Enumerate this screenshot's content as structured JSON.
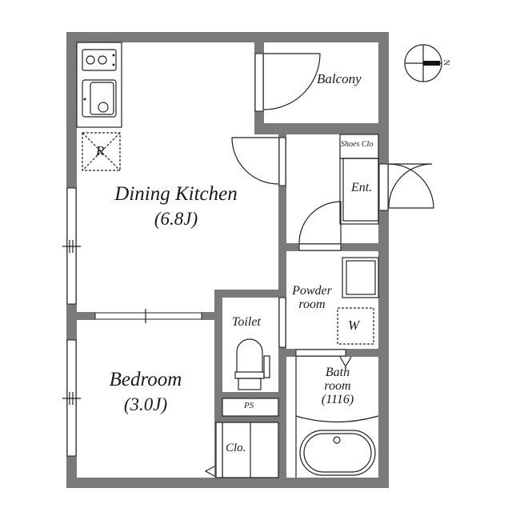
{
  "floorplan": {
    "colors": {
      "wall": "#7a7a7a",
      "line": "#222222",
      "background": "#ffffff"
    },
    "compass": {
      "label": "N"
    },
    "rooms": {
      "dining_kitchen": {
        "name": "Dining Kitchen",
        "size": "(6.8J)"
      },
      "bedroom": {
        "name": "Bedroom",
        "size": "(3.0J)"
      },
      "balcony": {
        "name": "Balcony"
      },
      "entrance": {
        "name": "Ent."
      },
      "shoes_closet": {
        "name": "Shoes Clo"
      },
      "powder_room": {
        "line1": "Powder",
        "line2": "room"
      },
      "toilet": {
        "name": "Toilet"
      },
      "bathroom": {
        "line1": "Bath",
        "line2": "room",
        "line3": "(1116)"
      },
      "pipe_space": {
        "name": "PS"
      },
      "closet": {
        "name": "Clo."
      }
    },
    "fixtures": {
      "refrigerator": "R",
      "washer": "W"
    }
  }
}
